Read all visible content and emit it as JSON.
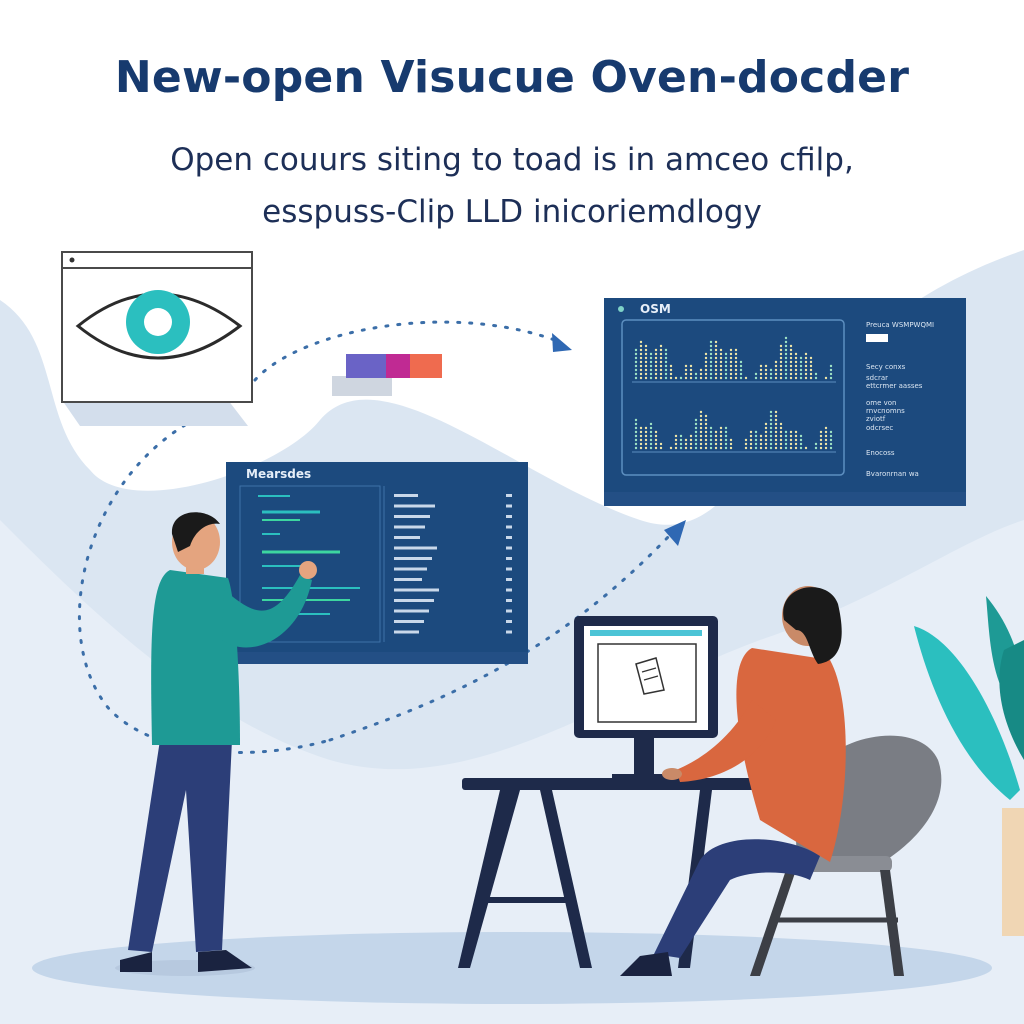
{
  "header": {
    "title": "New-open Visucue Oven-docder",
    "subtitle_line1": "Open couurs siting to toad is in amceo cfilp,",
    "subtitle_line2": "esspuss-Clip LLD inicoriemdlogy"
  },
  "left_dashboard": {
    "title": "Mearsdes"
  },
  "right_dashboard": {
    "title": "OSM",
    "side_lines": [
      "Preuca WSMPWQMI",
      "Secy conxs",
      "sdcrar",
      "ettcrmer aasses",
      "ome von",
      "rnvcnomns",
      "zviotf",
      "odcrsec",
      "Enocoss",
      "Bvaronrnan wa"
    ]
  },
  "colors": {
    "navy": "#173a6e",
    "panel": "#1c4a7e",
    "teal": "#2bbfbf",
    "orange": "#d9673f",
    "backdrop": "#dbe6f2"
  }
}
